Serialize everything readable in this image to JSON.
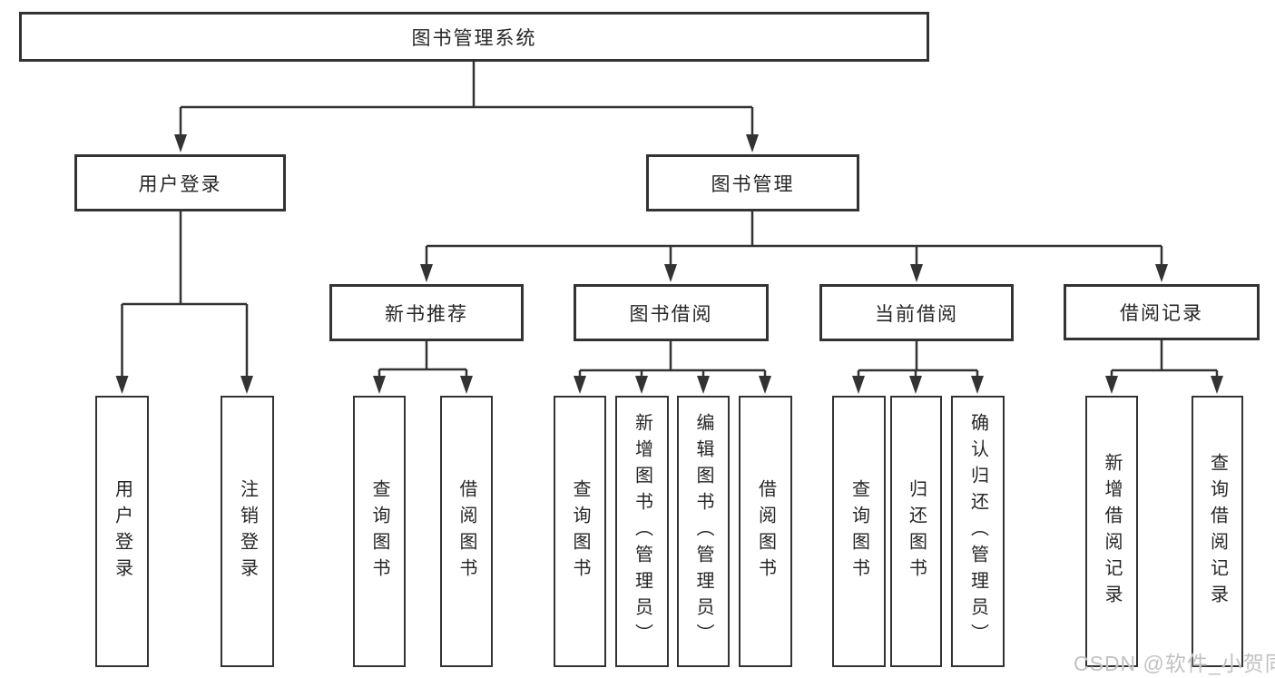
{
  "colors": {
    "line": "#333333",
    "text": "#262626",
    "background": "#ffffff",
    "watermark": "#c2c2c2"
  },
  "watermark": "CSDN @软件_小贺同学",
  "nodes": {
    "root": {
      "label": "图书管理系统"
    },
    "user_login": {
      "label": "用户登录"
    },
    "book_mgmt": {
      "label": "图书管理"
    },
    "new_book": {
      "label": "新书推荐"
    },
    "borrow": {
      "label": "图书借阅"
    },
    "current": {
      "label": "当前借阅"
    },
    "record": {
      "label": "借阅记录"
    },
    "leaf_user_login": {
      "label": "用户登录"
    },
    "leaf_logout": {
      "label": "注销登录"
    },
    "leaf_nb_query": {
      "label": "查询图书"
    },
    "leaf_nb_borrow": {
      "label": "借阅图书"
    },
    "leaf_bb_query": {
      "label": "查询图书"
    },
    "leaf_bb_add": {
      "label": "新增图书（管理员）"
    },
    "leaf_bb_edit": {
      "label": "编辑图书（管理员）"
    },
    "leaf_bb_borrow": {
      "label": "借阅图书"
    },
    "leaf_cb_query": {
      "label": "查询图书"
    },
    "leaf_cb_return": {
      "label": "归还图书"
    },
    "leaf_cb_confirm": {
      "label": "确认归还（管理员）"
    },
    "leaf_br_add": {
      "label": "新增借阅记录"
    },
    "leaf_br_query": {
      "label": "查询借阅记录"
    }
  },
  "hierarchy": {
    "图书管理系统": {
      "用户登录": [
        "用户登录",
        "注销登录"
      ],
      "图书管理": {
        "新书推荐": [
          "查询图书",
          "借阅图书"
        ],
        "图书借阅": [
          "查询图书",
          "新增图书（管理员）",
          "编辑图书（管理员）",
          "借阅图书"
        ],
        "当前借阅": [
          "查询图书",
          "归还图书",
          "确认归还（管理员）"
        ],
        "借阅记录": [
          "新增借阅记录",
          "查询借阅记录"
        ]
      }
    }
  }
}
